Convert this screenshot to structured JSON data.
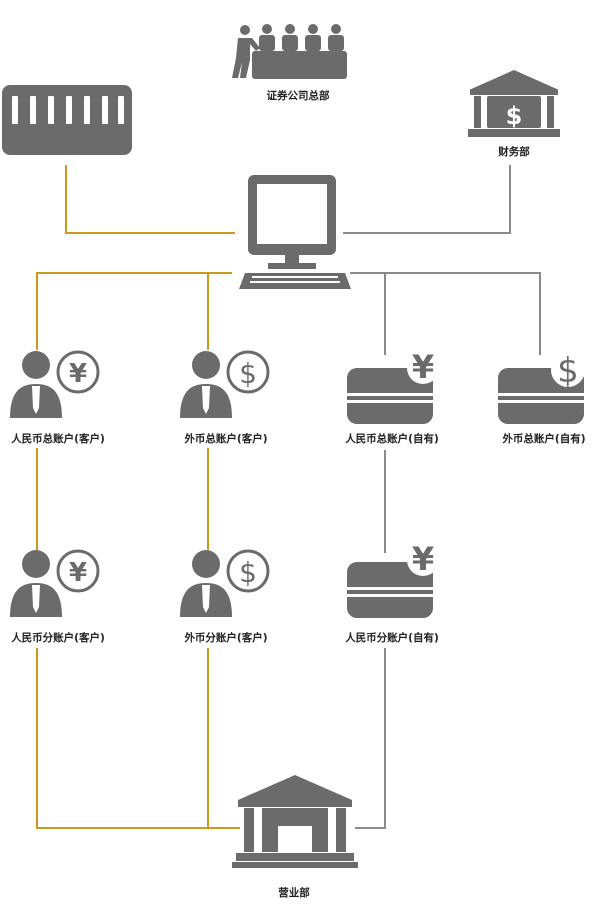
{
  "nodes": {
    "hq": "证券公司总部",
    "finance": "财务部",
    "rmb_total_client": "人民币总账户(客户)",
    "fx_total_client": "外币总账户(客户)",
    "rmb_total_own": "人民币总账户(自有)",
    "fx_total_own": "外币总账户(自有)",
    "rmb_sub_client": "人民币分账户(客户)",
    "fx_sub_client": "外币分账户(客户)",
    "rmb_sub_own": "人民币分账户(自有)",
    "branch": "营业部"
  },
  "currency_symbols": {
    "rmb": "¥",
    "usd": "$"
  },
  "colors": {
    "icon": "#6b6b6b",
    "client_line": "#c99a1c",
    "own_line": "#8a8a8a"
  }
}
